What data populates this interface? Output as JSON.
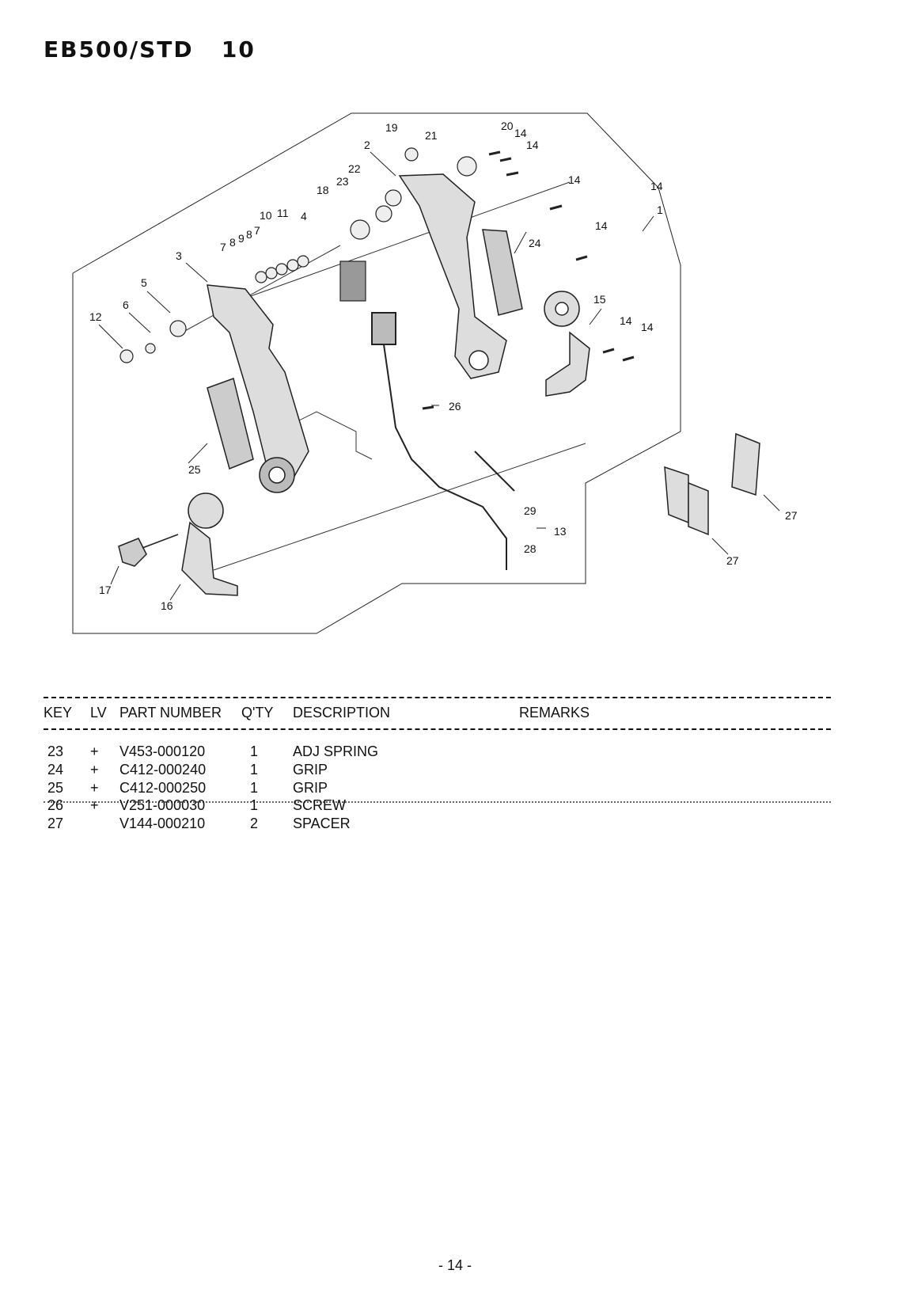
{
  "page_title": "EB500/STD   10",
  "diagram": {
    "callouts": [
      "1",
      "2",
      "3",
      "4",
      "5",
      "6",
      "7",
      "8",
      "9",
      "8",
      "7",
      "10",
      "11",
      "12",
      "13",
      "14",
      "14",
      "14",
      "14",
      "14",
      "14",
      "14",
      "15",
      "16",
      "17",
      "18",
      "19",
      "20",
      "21",
      "22",
      "23",
      "24",
      "25",
      "26",
      "27",
      "27",
      "28",
      "29"
    ]
  },
  "table": {
    "headers": {
      "key": "KEY",
      "lv": "LV",
      "part_number": "PART NUMBER",
      "qty": "Q'TY",
      "description": "DESCRIPTION",
      "remarks": "REMARKS"
    },
    "rows": [
      {
        "key": "23",
        "lv": "+",
        "part_number": "V453-000120",
        "qty": "1",
        "description": "ADJ SPRING",
        "remarks": ""
      },
      {
        "key": "24",
        "lv": "+",
        "part_number": "C412-000240",
        "qty": "1",
        "description": "GRIP",
        "remarks": ""
      },
      {
        "key": "25",
        "lv": "+",
        "part_number": "C412-000250",
        "qty": "1",
        "description": "GRIP",
        "remarks": ""
      },
      {
        "key": "26",
        "lv": "+",
        "part_number": "V251-000030",
        "qty": "1",
        "description": "SCREW",
        "remarks": ""
      },
      {
        "key": "27",
        "lv": "",
        "part_number": "V144-000210",
        "qty": "2",
        "description": "SPACER",
        "remarks": ""
      }
    ]
  },
  "page_number": "- 14 -"
}
